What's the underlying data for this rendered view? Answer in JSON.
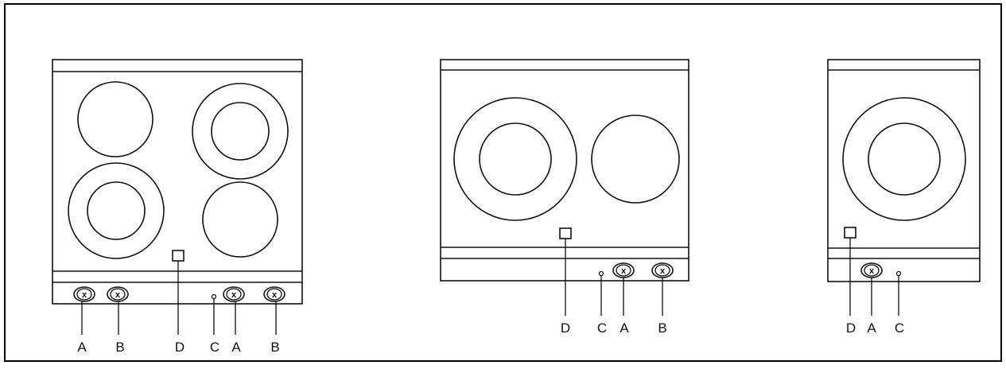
{
  "colors": {
    "stroke": "#111111",
    "background": "#ffffff",
    "frame": "#000000"
  },
  "hobs": [
    {
      "id": "four-zone-hob",
      "zone_count": 4,
      "labels": {
        "knob1": "A",
        "knob2": "B",
        "display": "D",
        "indicator": "C",
        "knob3": "A",
        "knob4": "B"
      },
      "knob_mark": "x"
    },
    {
      "id": "two-zone-hob",
      "zone_count": 2,
      "labels": {
        "display": "D",
        "indicator": "C",
        "knob1": "A",
        "knob2": "B"
      },
      "knob_mark": "x"
    },
    {
      "id": "single-zone-hob",
      "zone_count": 1,
      "labels": {
        "display": "D",
        "knob1": "A",
        "indicator": "C"
      },
      "knob_mark": "x"
    }
  ]
}
